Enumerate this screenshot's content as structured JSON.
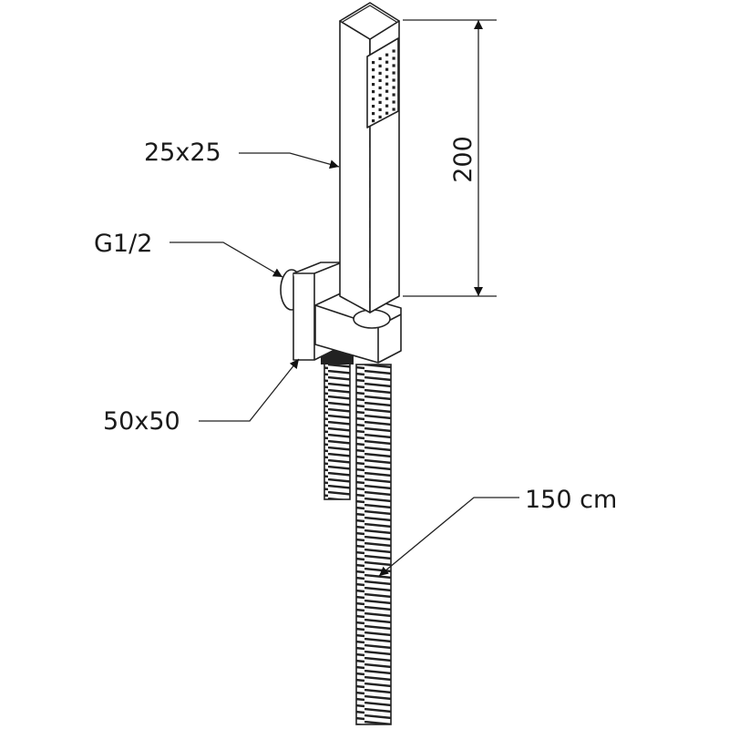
{
  "labels": {
    "handset_size": "25x25",
    "thread": "G1/2",
    "bracket_size": "50x50",
    "hose_length": "150 cm",
    "handset_height": "200"
  },
  "colors": {
    "line": "#222222",
    "background": "#ffffff"
  }
}
